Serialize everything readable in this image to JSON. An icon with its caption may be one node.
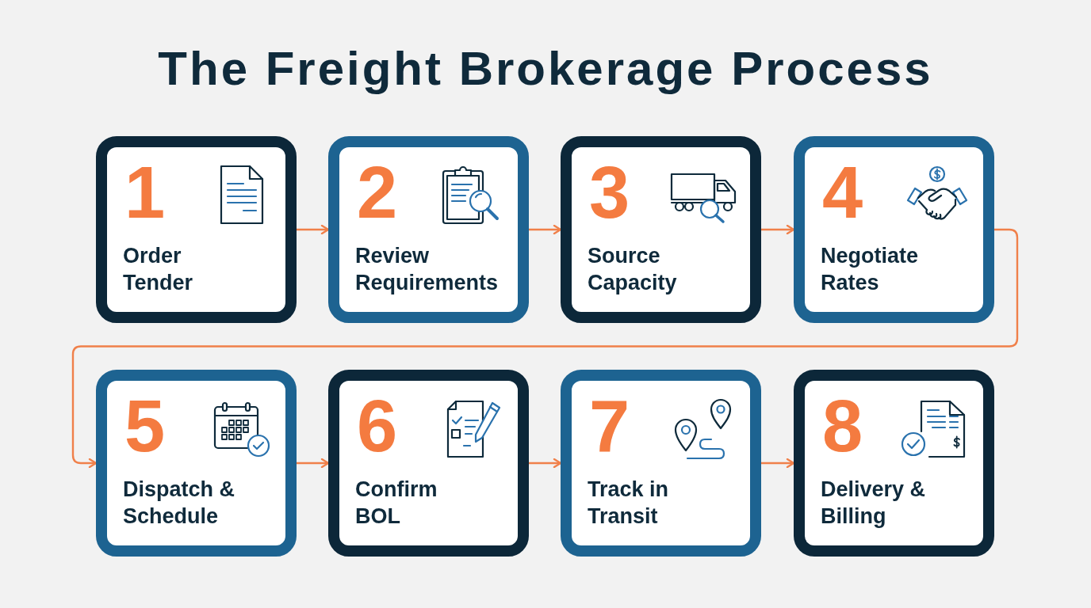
{
  "diagram": {
    "title": "The Freight Brokerage Process",
    "nodes": [
      {
        "text": [
          "1",
          "Order Tender"
        ]
      },
      {
        "text": [
          "2",
          "Review Requirements"
        ]
      },
      {
        "text": [
          "3",
          "Source Capacity"
        ]
      },
      {
        "text": [
          "4",
          "Negotiate Rates"
        ]
      },
      {
        "text": [
          "5",
          "Dispatch & Schedule"
        ]
      },
      {
        "text": [
          "6",
          "Confirm BOL"
        ]
      },
      {
        "text": [
          "7",
          "Track in Transit"
        ]
      },
      {
        "text": [
          "8",
          "Delivery & Billing"
        ]
      }
    ],
    "edges": [
      {
        "from": 0,
        "to": 1,
        "arrow": "to"
      },
      {
        "from": 1,
        "to": 2,
        "arrow": "to"
      },
      {
        "from": 2,
        "to": 3,
        "arrow": "to"
      },
      {
        "from": 3,
        "to": 4,
        "arrow": "to"
      },
      {
        "from": 4,
        "to": 5,
        "arrow": "to"
      },
      {
        "from": 5,
        "to": 6,
        "arrow": "to"
      },
      {
        "from": 6,
        "to": 7,
        "arrow": "to"
      }
    ]
  }
}
